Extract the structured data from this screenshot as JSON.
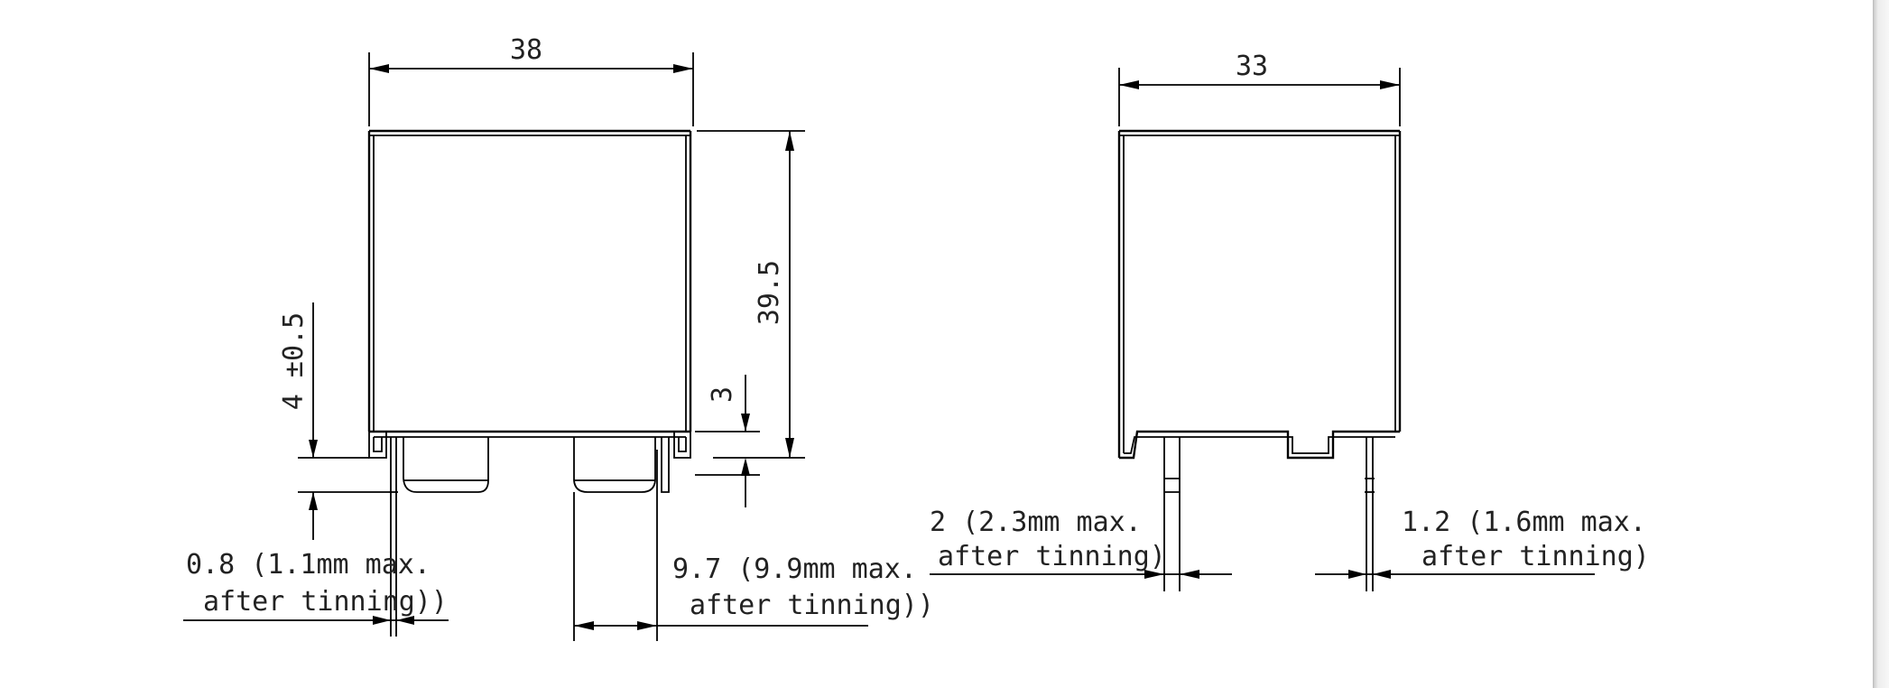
{
  "views": {
    "front": {
      "width_dim": "38",
      "height_dim": "39.5",
      "standoff_dim": "3",
      "pin_length_dim": "4 ±0.5",
      "thin_pin": {
        "line1": "0.8 (1.1mm max.",
        "line2": "after tinning))"
      },
      "wide_pin": {
        "line1": "9.7 (9.9mm max.",
        "line2": "after tinning))"
      }
    },
    "side": {
      "width_dim": "33",
      "left_pin": {
        "line1": "2 (2.3mm max.",
        "line2": "after tinning)"
      },
      "right_pin": {
        "line1": "1.2 (1.6mm max.",
        "line2": "after tinning)"
      }
    }
  }
}
